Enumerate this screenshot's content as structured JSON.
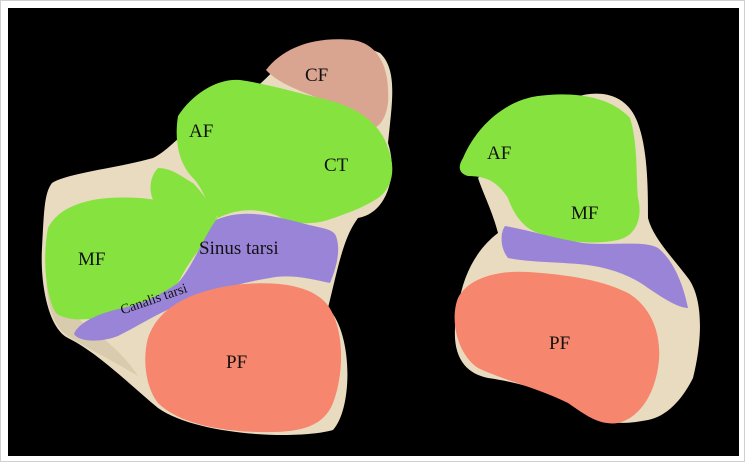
{
  "figure": {
    "labels": {
      "cf": "CF",
      "af_left": "AF",
      "ct": "CT",
      "mf_left": "MF",
      "sinus_tarsi": "Sinus tarsi",
      "canalis_tarsi": "Canalis tarsi",
      "pf_left": "PF",
      "af_right": "AF",
      "mf_right": "MF",
      "pf_right": "PF"
    },
    "colors": {
      "background": "#000000",
      "bone": "#eadcc0",
      "green_facet": "#86e33f",
      "purple_sinus": "#9a84d8",
      "salmon_posterior_facet": "#f6866d",
      "cf_region": "#d6a08e"
    }
  }
}
